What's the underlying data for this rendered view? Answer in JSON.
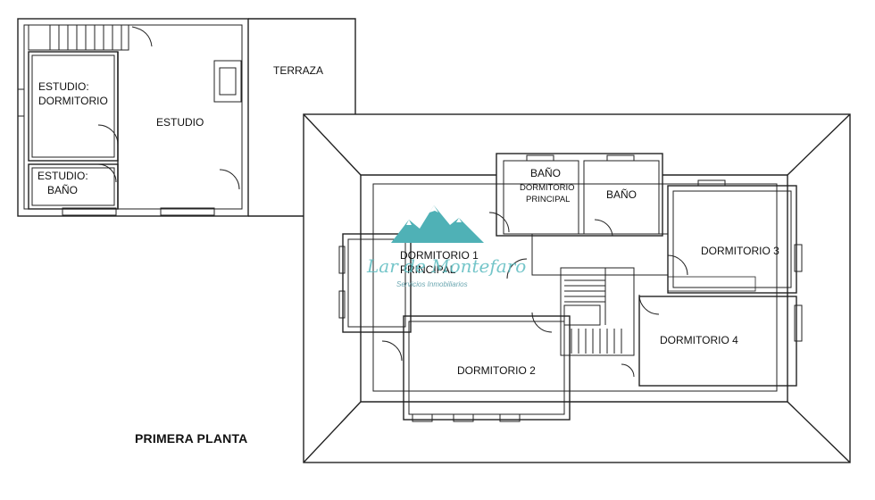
{
  "plan_title": "PRIMERA PLANTA",
  "rooms": {
    "estudio_dormitorio": [
      "ESTUDIO:",
      "DORMITORIO"
    ],
    "estudio": "ESTUDIO",
    "estudio_bano": [
      "ESTUDIO:",
      "BAÑO"
    ],
    "terraza": "TERRAZA",
    "bano_dormitorio_principal": "BAÑO",
    "bano_dormitorio_principal_sub": [
      "DORMITORIO",
      "PRINCIPAL"
    ],
    "bano": "BAÑO",
    "dormitorio_1": [
      "DORMITORIO 1",
      "PRINCIPAL"
    ],
    "dormitorio_2": "DORMITORIO 2",
    "dormitorio_3": "DORMITORIO 3",
    "dormitorio_4": "DORMITORIO 4"
  },
  "watermark": {
    "brand": "Lar de Montefaro",
    "subtitle": "Servicios Inmobiliarios",
    "colors": {
      "mountain": "#4fb1b6",
      "snow": "#ffffff",
      "text": "#5cbcc0"
    }
  },
  "colors": {
    "line": "#222222",
    "background": "#ffffff"
  }
}
